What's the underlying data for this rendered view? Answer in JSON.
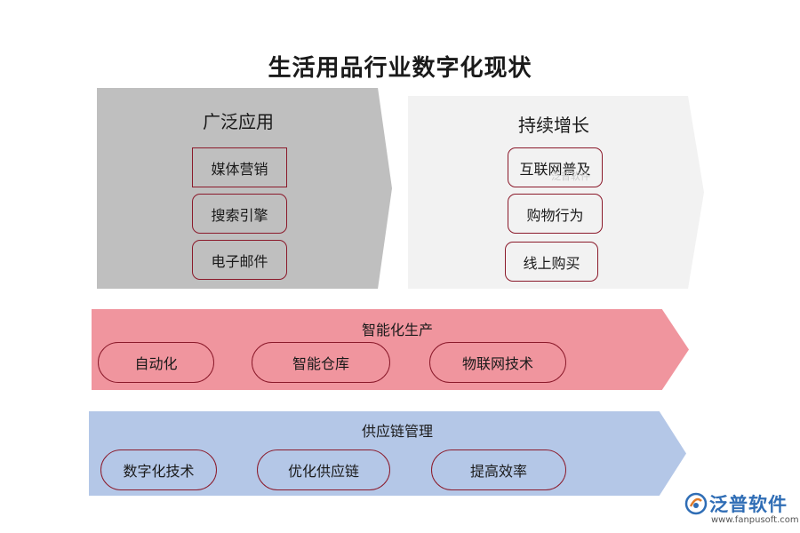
{
  "title": "生活用品行业数字化现状",
  "panels": [
    {
      "heading": "广泛应用",
      "items": [
        "媒体营销",
        "搜索引擎",
        "电子邮件"
      ]
    },
    {
      "heading": "持续增长",
      "items": [
        "互联网普及",
        "购物行为",
        "线上购买"
      ]
    },
    {
      "heading": "智能化生产",
      "items": [
        "自动化",
        "智能仓库",
        "物联网技术"
      ]
    },
    {
      "heading": "供应链管理",
      "items": [
        "数字化技术",
        "优化供应链",
        "提高效率"
      ]
    }
  ],
  "watermark": "泛普软件",
  "logo": {
    "name": "泛普软件",
    "url": "www.fanpusoft.com"
  },
  "colors": {
    "panel_grey": "#bfbfbf",
    "panel_light": "#f2f2f2",
    "panel_pink": "#f0959e",
    "panel_blue": "#b4c7e7",
    "box_border": "#8b1a2b",
    "logo_blue": "#2f6db5"
  },
  "icons": {
    "logo": "fanpu-logo-icon"
  }
}
